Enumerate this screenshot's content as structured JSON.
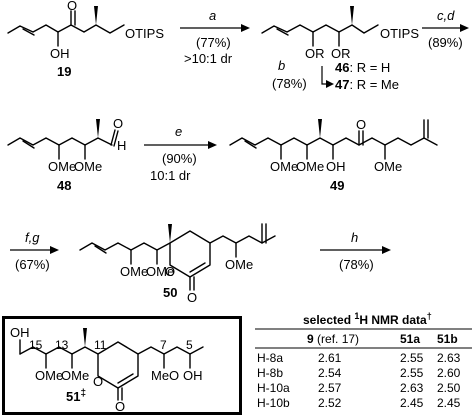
{
  "compounds": {
    "c19": "19",
    "c46": "46",
    "c46_label": ": R = H",
    "c47": "47",
    "c47_label": ": R = Me",
    "c48": "48",
    "c49": "49",
    "c50": "50",
    "c51": "51",
    "c51_dagger": "‡"
  },
  "atoms": {
    "oh": "OH",
    "o": "O",
    "otips": "OTIPS",
    "or": "OR",
    "ome": "OMe",
    "meo": "MeO",
    "h": "H"
  },
  "locants": {
    "n15": "15",
    "n13": "13",
    "n11": "11",
    "n7": "7",
    "n5": "5"
  },
  "arrows": {
    "a": {
      "reagent": "a",
      "yield": "(77%)",
      "dr": ">10:1 dr"
    },
    "b": {
      "reagent": "b",
      "yield": "(78%)"
    },
    "cd": {
      "reagent": "c,d",
      "yield": "(89%)"
    },
    "e": {
      "reagent": "e",
      "yield": "(90%)",
      "dr": "10:1 dr"
    },
    "fg": {
      "reagent": "f,g",
      "yield": "(67%)"
    },
    "h": {
      "reagent": "h",
      "yield": "(78%)"
    }
  },
  "nmr_table": {
    "title_prefix": "selected ",
    "title_sup": "1",
    "title_main": "H NMR data",
    "title_dagger": "†",
    "col_9": "9",
    "col_9_ref": " (ref. 17)",
    "col_51a": "51a",
    "col_51b": "51b",
    "rows": [
      {
        "label": "H-8a",
        "v9": "2.61",
        "v51a": "2.55",
        "v51b": "2.63"
      },
      {
        "label": "H-8b",
        "v9": "2.54",
        "v51a": "2.55",
        "v51b": "2.60"
      },
      {
        "label": "H-10a",
        "v9": "2.57",
        "v51a": "2.63",
        "v51b": "2.50"
      },
      {
        "label": "H-10b",
        "v9": "2.52",
        "v51a": "2.45",
        "v51b": "2.45"
      }
    ]
  }
}
